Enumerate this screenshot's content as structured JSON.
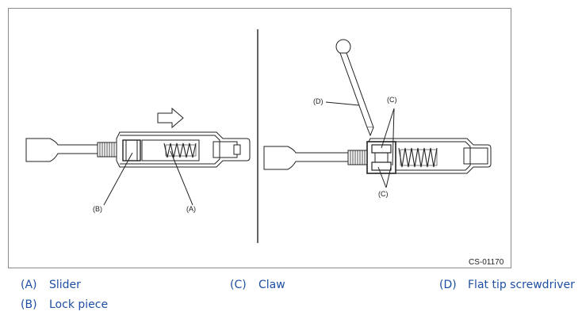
{
  "figure": {
    "id": "CS-01170",
    "callouts": {
      "a": "(A)",
      "b": "(B)",
      "c_top": "(C)",
      "c_bottom": "(C)",
      "d": "(D)"
    }
  },
  "legend": [
    {
      "code": "(A)",
      "label": "Slider"
    },
    {
      "code": "(B)",
      "label": "Lock piece"
    },
    {
      "code": "(C)",
      "label": "Claw"
    },
    {
      "code": "(D)",
      "label": "Flat tip screwdriver"
    }
  ],
  "colors": {
    "legend_text": "#1f4fa3",
    "line": "#222222",
    "border": "#8a8a8a"
  }
}
